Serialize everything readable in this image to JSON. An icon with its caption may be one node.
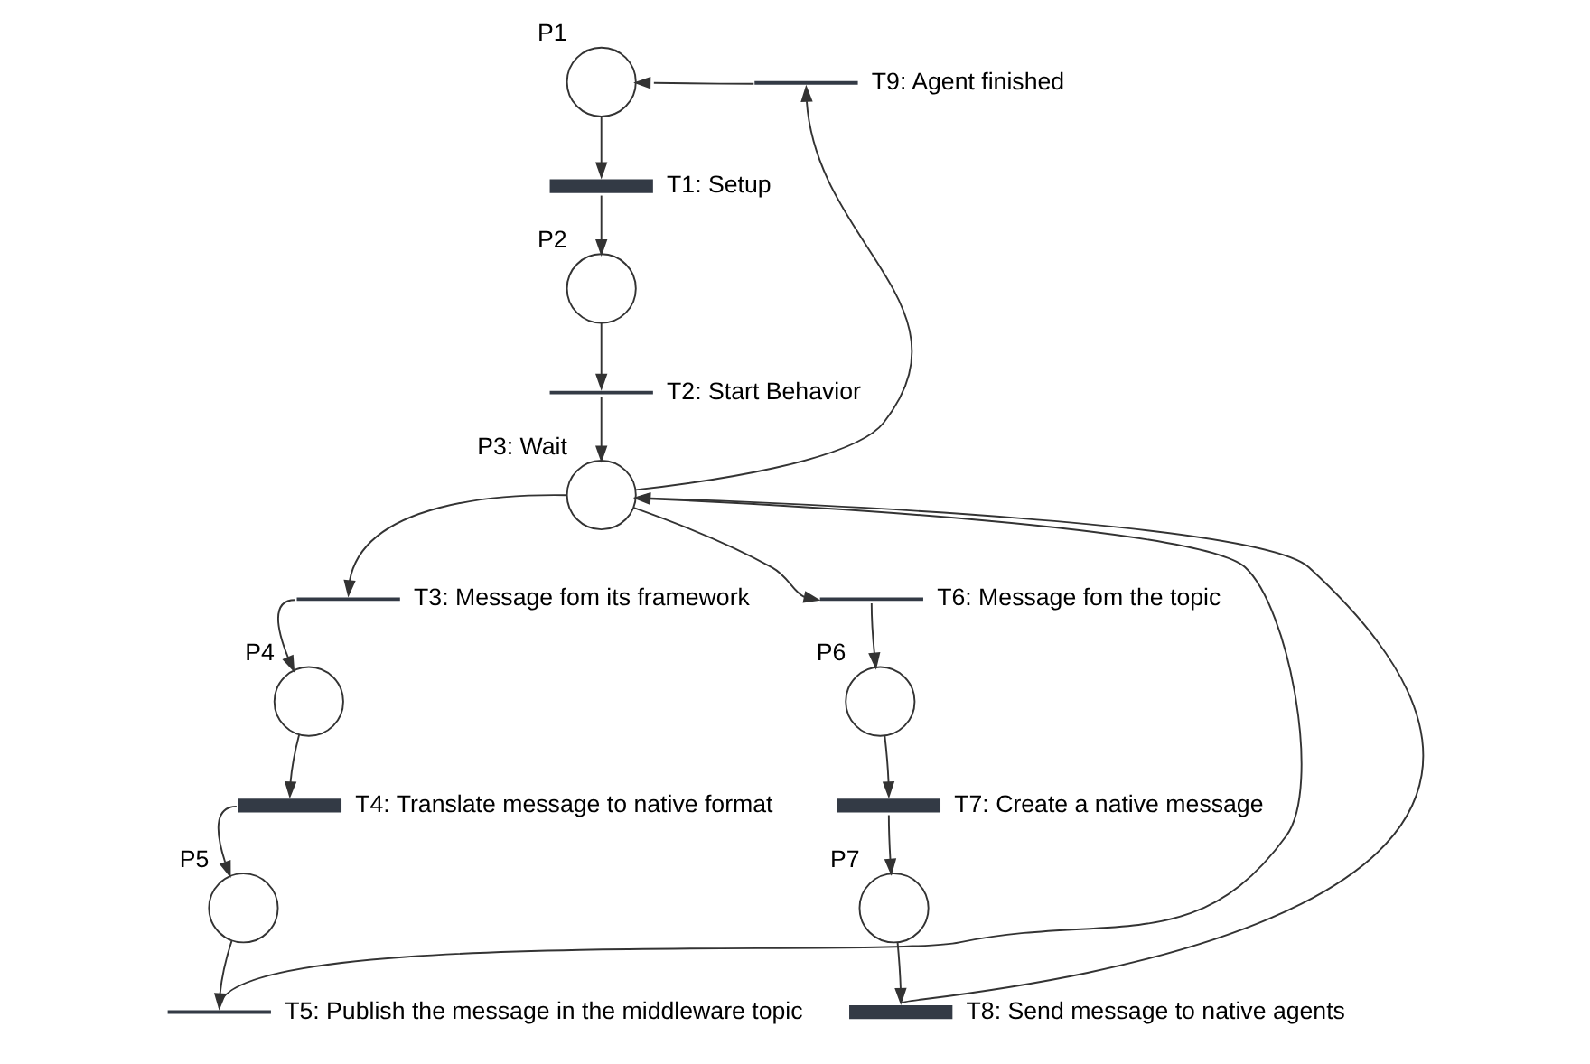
{
  "diagram": {
    "nodes": [
      {
        "text": [],
        "shape": "circle",
        "beside": [
          "P1"
        ]
      },
      {
        "text": [],
        "shape": "bar",
        "beside": [
          "T1: Setup"
        ]
      },
      {
        "text": [],
        "shape": "circle",
        "beside": [
          "P2"
        ]
      },
      {
        "text": [],
        "shape": "bar",
        "beside": [
          "T9: Agent finished"
        ]
      },
      {
        "text": [],
        "shape": "bar",
        "beside": [
          "T2: Start Behavior"
        ]
      },
      {
        "text": [],
        "shape": "circle",
        "beside": [
          "P3: Wait"
        ]
      },
      {
        "text": [],
        "shape": "bar",
        "beside": [
          "T3: Message fom its framework"
        ]
      },
      {
        "text": [],
        "shape": "bar",
        "beside": [
          "T6: Message fom the topic"
        ]
      },
      {
        "text": [],
        "shape": "circle",
        "beside": [
          "P4"
        ]
      },
      {
        "text": [],
        "shape": "circle",
        "beside": [
          "P6"
        ]
      },
      {
        "text": [],
        "shape": "bar",
        "beside": [
          "T4: Translate message to native format"
        ]
      },
      {
        "text": [],
        "shape": "bar",
        "beside": [
          "T7: Create a native message"
        ]
      },
      {
        "text": [],
        "shape": "circle",
        "beside": [
          "P5"
        ]
      },
      {
        "text": [],
        "shape": "circle",
        "beside": [
          "P7"
        ]
      },
      {
        "text": [],
        "shape": "bar",
        "beside": [
          "T5: Publish the message in the middleware topic"
        ]
      },
      {
        "text": [],
        "shape": "bar",
        "beside": [
          "T8: Send message to native agents"
        ]
      }
    ],
    "edges": [
      {
        "from": 0,
        "to": 1,
        "arrow": "to"
      },
      {
        "from": 1,
        "to": 2,
        "arrow": "to"
      },
      {
        "from": 2,
        "to": 4,
        "arrow": "to"
      },
      {
        "from": 4,
        "to": 5,
        "arrow": "to"
      },
      {
        "from": 5,
        "to": 3,
        "arrow": "to"
      },
      {
        "from": 3,
        "to": 0,
        "arrow": "to"
      },
      {
        "from": 5,
        "to": 6,
        "arrow": "to"
      },
      {
        "from": 6,
        "to": 8,
        "arrow": "to"
      },
      {
        "from": 8,
        "to": 10,
        "arrow": "to"
      },
      {
        "from": 10,
        "to": 12,
        "arrow": "to"
      },
      {
        "from": 12,
        "to": 14,
        "arrow": "to"
      },
      {
        "from": 14,
        "to": 5,
        "arrow": "to"
      },
      {
        "from": 5,
        "to": 7,
        "arrow": "to"
      },
      {
        "from": 7,
        "to": 9,
        "arrow": "to"
      },
      {
        "from": 9,
        "to": 11,
        "arrow": "to"
      },
      {
        "from": 11,
        "to": 13,
        "arrow": "to"
      },
      {
        "from": 13,
        "to": 15,
        "arrow": "to"
      },
      {
        "from": 15,
        "to": 5,
        "arrow": "to"
      }
    ]
  }
}
